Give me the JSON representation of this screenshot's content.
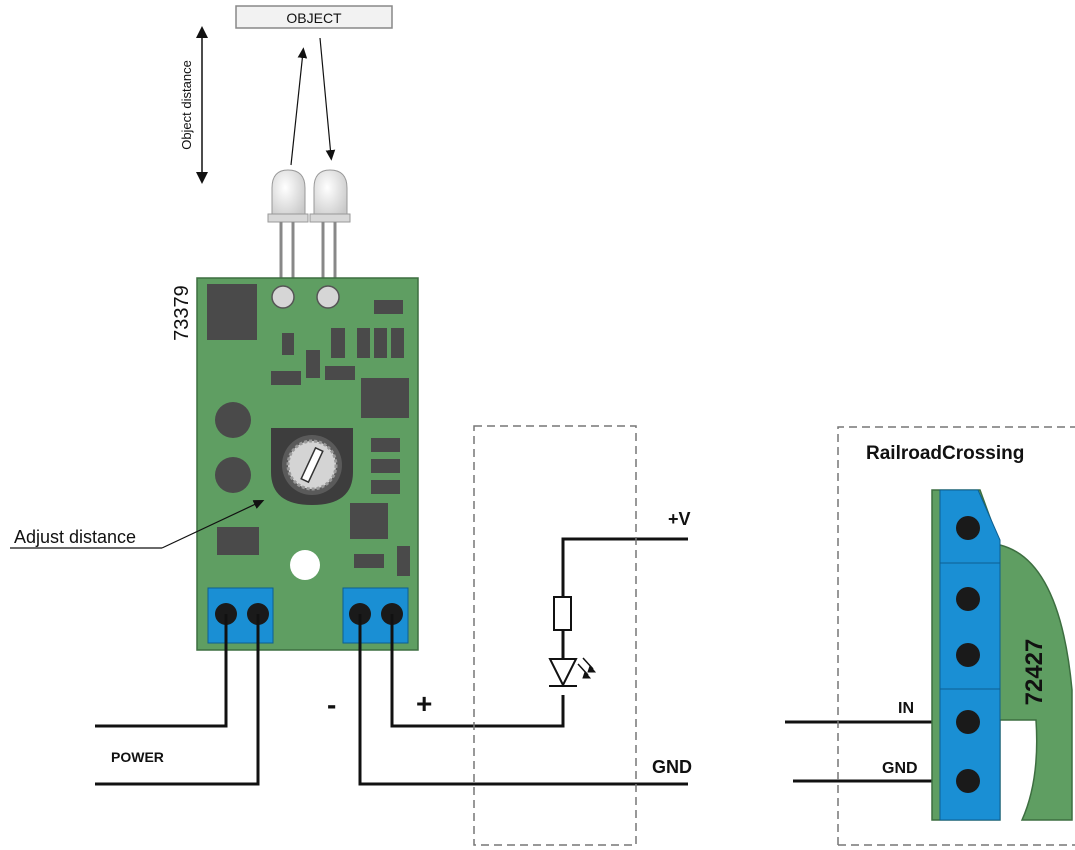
{
  "labels": {
    "object": "OBJECT",
    "object_distance": "Object distance",
    "sensor_id": "73379",
    "adjust_distance": "Adjust distance",
    "power": "POWER",
    "minus": "-",
    "plus": "+",
    "plus_v": "+V",
    "gnd_led": "GND",
    "module_title": "RailroadCrossing",
    "module_id": "72427",
    "in": "IN",
    "gnd_module": "GND"
  },
  "colors": {
    "pcb_green": "#5f9e62",
    "terminal_blue": "#1a8fd4",
    "wire": "#111111",
    "dashed_box": "#777777"
  }
}
